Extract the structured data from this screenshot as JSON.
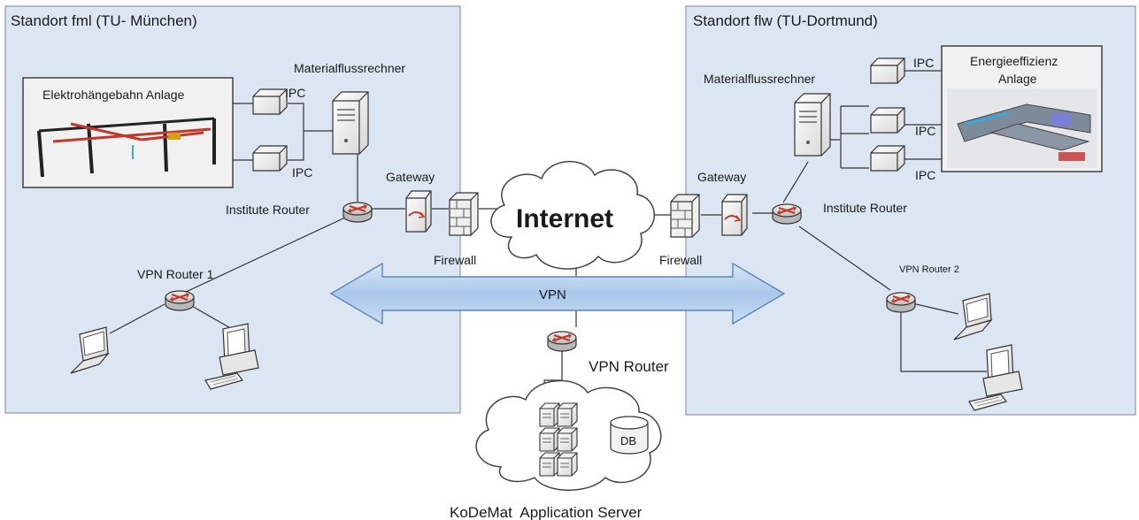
{
  "sites": {
    "left": {
      "title": "Standort fml (TU- München)"
    },
    "right": {
      "title": "Standort flw (TU-Dortmund)"
    }
  },
  "left": {
    "plant_label": "Elektrohängebahn Anlage",
    "ipc_label_1": "IPC",
    "ipc_label_2": "IPC",
    "mfc_label": "Materialflussrechner",
    "gateway_label": "Gateway",
    "router_label": "Institute Router",
    "firewall_label": "Firewall",
    "vpn_router_label": "VPN Router 1"
  },
  "right": {
    "plant_label": "Energieeffizienz Anlage",
    "ipc_label_1": "IPC",
    "ipc_label_2": "IPC",
    "ipc_label_3": "IPC",
    "mfc_label": "Materialflussrechner",
    "gateway_label": "Gateway",
    "router_label": "Institute Router",
    "firewall_label": "Firewall",
    "vpn_router_label": "VPN Router 2"
  },
  "center": {
    "internet_label": "Internet",
    "vpn_label": "VPN",
    "vpn_router_label": "VPN Router",
    "db_label": "DB",
    "server_label": "KoDeMat  Application Server"
  },
  "colors": {
    "site_fill": "#dce6f2",
    "site_stroke": "#8a9bb0",
    "vpn_arrow_fill": "#b9d3ef",
    "vpn_arrow_stroke": "#5b86b8",
    "device_fill": "#f4f4f4",
    "router_arrow": "#c0392b"
  }
}
